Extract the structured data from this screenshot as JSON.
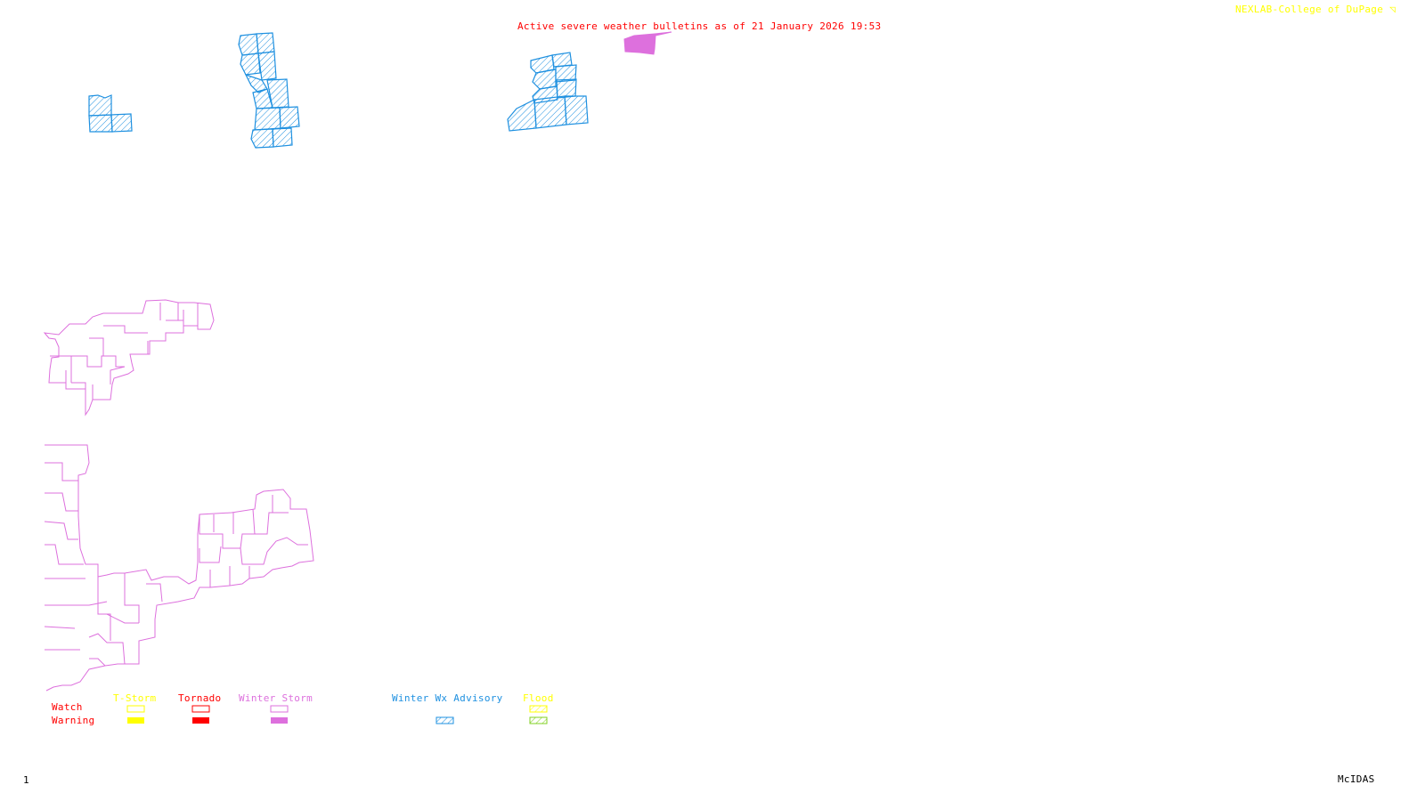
{
  "header": {
    "title": "Active severe weather bulletins as of 21 January 2026 19:53",
    "title_color": "#ff0000",
    "credit": "NEXLAB-College of DuPage",
    "credit_icon": "nexlab-logo-icon",
    "credit_color": "#ffff00"
  },
  "footer": {
    "frame_number": "1",
    "software": "McIDAS"
  },
  "legend": {
    "row_labels": {
      "watch": "Watch",
      "warning": "Warning"
    },
    "row_label_color": "#ff0000",
    "categories": [
      {
        "label": "T-Storm",
        "color": "#ffff00",
        "watch": "outline",
        "warning": "filled"
      },
      {
        "label": "Tornado",
        "color": "#ff0000",
        "watch": "outline",
        "warning": "filled"
      },
      {
        "label": "Winter Storm",
        "color": "#dd70dd",
        "watch": "outline",
        "warning": "filled"
      },
      {
        "label": "Winter Wx Advisory",
        "color": "#1e90e0",
        "watch": "none",
        "warning": "hatched"
      },
      {
        "label": "Flood",
        "color": "#ffff00",
        "warning_color": "#80d020",
        "watch": "hatched",
        "warning": "hatched"
      }
    ]
  },
  "bulletins": {
    "winter_wx_advisory_color": "#1e90e0",
    "winter_storm_color": "#dd70dd"
  }
}
